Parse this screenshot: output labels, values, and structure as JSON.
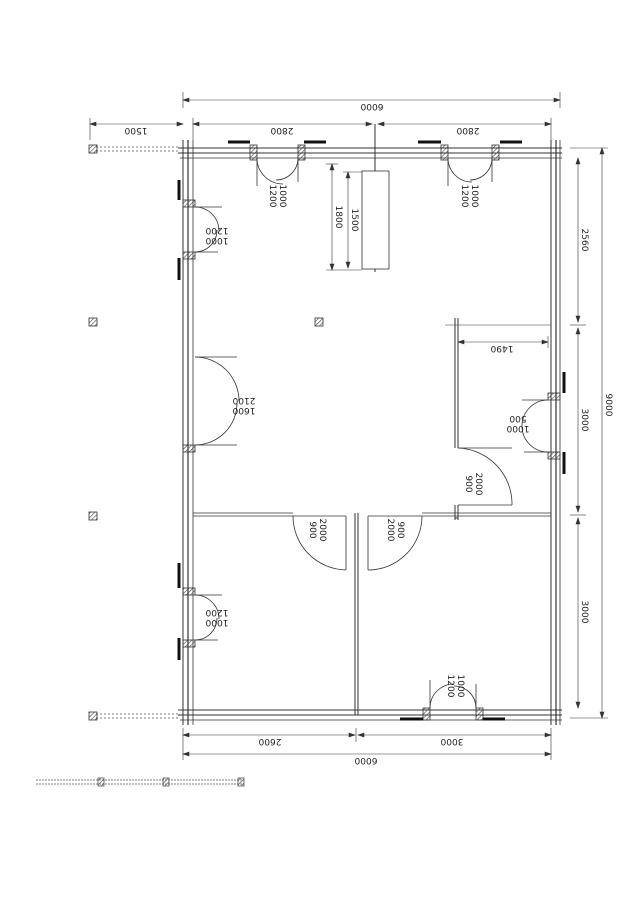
{
  "dims": {
    "top_overall": "6000",
    "top_left": "2800",
    "top_right": "2800",
    "top_offset": "1500",
    "bottom_overall": "6000",
    "bottom_left": "2600",
    "bottom_right": "3000",
    "right_overall": "9000",
    "right_top": "2560",
    "right_mid": "3000",
    "right_bottom": "3000",
    "inner_vertical": "1800",
    "inner_partition": "1500",
    "inner_room_width": "1490"
  },
  "doors": {
    "top_left_window": [
      "1000",
      "1200"
    ],
    "top_right_window": [
      "1000",
      "1200"
    ],
    "left_upper_window": [
      "1000",
      "1200"
    ],
    "left_main_door": [
      "1600",
      "2100"
    ],
    "left_lower_window": [
      "1000",
      "1200"
    ],
    "right_window": [
      "500",
      "1000"
    ],
    "inner_room_door": [
      "900",
      "2000"
    ],
    "mid_left_door": [
      "900",
      "2000"
    ],
    "mid_right_door": [
      "900",
      "2000"
    ],
    "bottom_window": [
      "1000",
      "1200"
    ]
  },
  "colors": {
    "line": "#333333",
    "hatch": "#444444"
  }
}
